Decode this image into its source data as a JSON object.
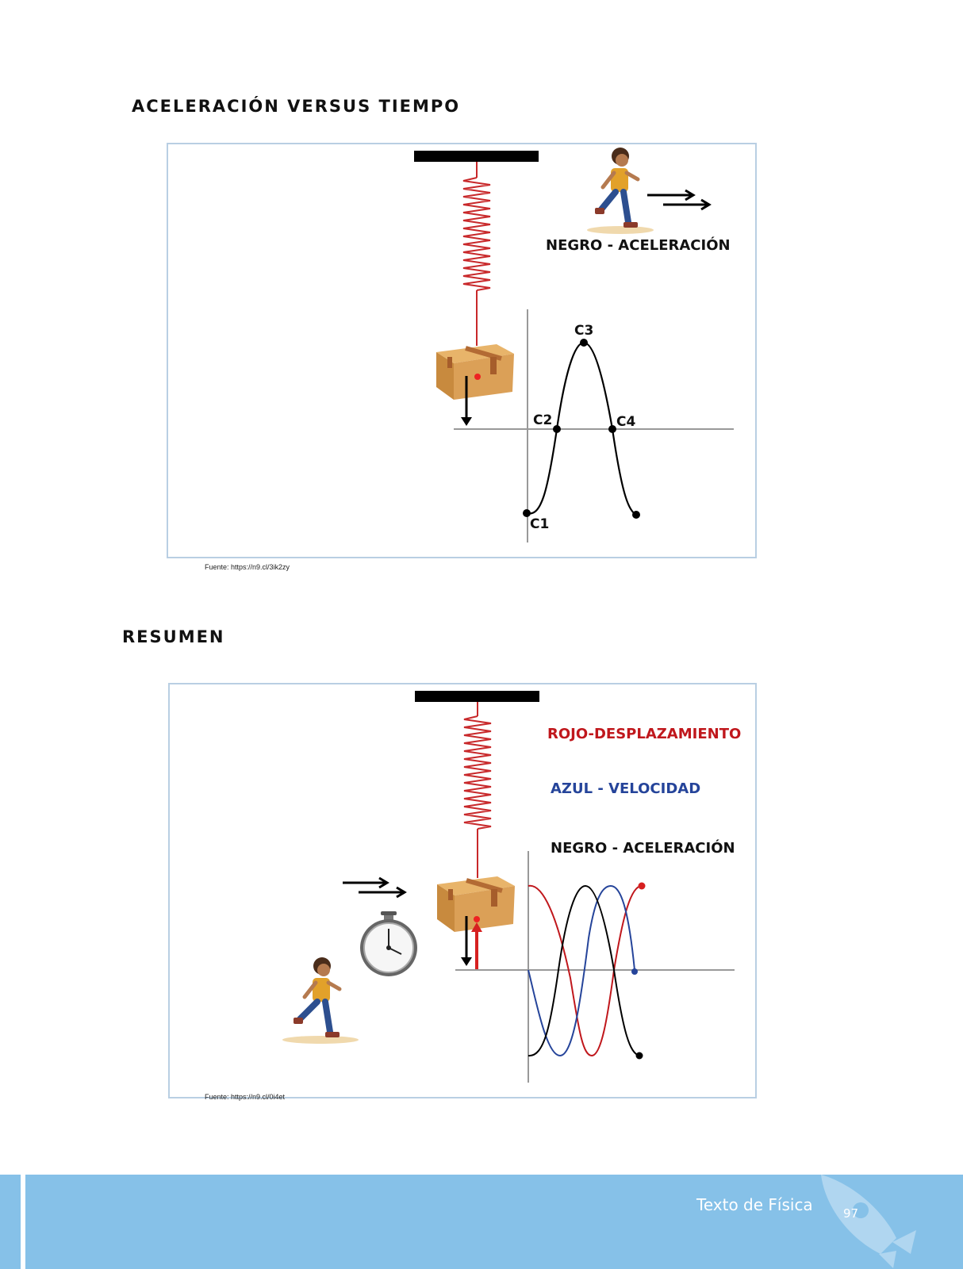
{
  "section1": {
    "title": "ACELERACIÓN VERSUS TIEMPO",
    "legend": "NEGRO - ACELERACIÓN",
    "points": [
      "C1",
      "C2",
      "C3",
      "C4"
    ],
    "source": "Fuente: https://n9.cl/3ik2zy"
  },
  "section2": {
    "title": "RESUMEN",
    "legend": [
      {
        "text": "ROJO-DESPLAZAMIENTO",
        "color": "#c0171c"
      },
      {
        "text": "AZUL - VELOCIDAD",
        "color": "#25449a"
      },
      {
        "text": "NEGRO - ACELERACIÓN",
        "color": "#111111"
      }
    ],
    "source": "Fuente: https://n9.cl/0i4et"
  },
  "colors": {
    "spring": "#c8282a",
    "box": "#d9a256",
    "frame": "#b9cfe3",
    "footer": "#86c1e8"
  },
  "icons": [
    "spring-icon",
    "box-icon",
    "running-boy-icon",
    "stopwatch-icon",
    "arrow-icon",
    "rocket-icon"
  ],
  "footer": {
    "title": "Texto de Física",
    "page": "97"
  }
}
